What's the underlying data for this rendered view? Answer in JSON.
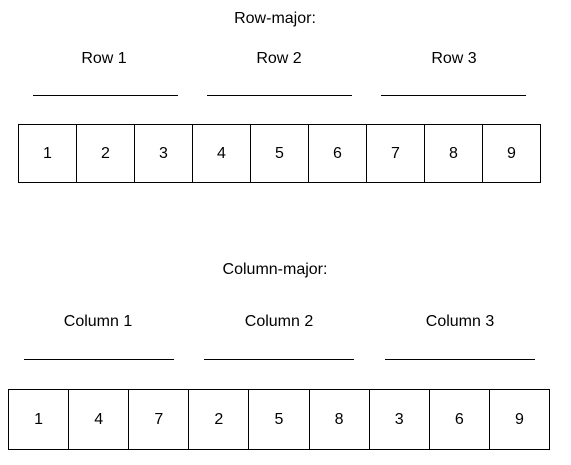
{
  "row_major": {
    "title": "Row-major:",
    "groups": [
      "Row 1",
      "Row 2",
      "Row 3"
    ],
    "cells": [
      "1",
      "2",
      "3",
      "4",
      "5",
      "6",
      "7",
      "8",
      "9"
    ]
  },
  "column_major": {
    "title": "Column-major:",
    "groups": [
      "Column 1",
      "Column 2",
      "Column 3"
    ],
    "cells": [
      "1",
      "4",
      "7",
      "2",
      "5",
      "8",
      "3",
      "6",
      "9"
    ]
  }
}
